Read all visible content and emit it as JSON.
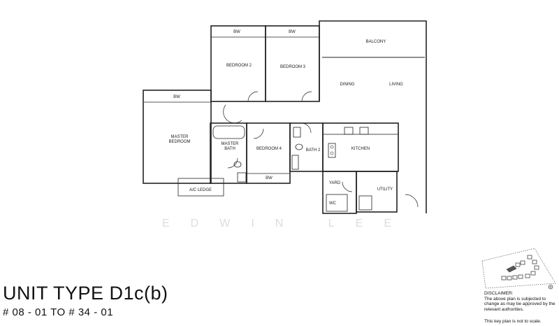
{
  "rooms": {
    "bedroom2": "BEDROOM 2",
    "bedroom3": "BEDROOM 3",
    "balcony": "BALCONY",
    "dining": "DINING",
    "living": "LIVING",
    "master_bedroom_1": "MASTER",
    "master_bedroom_2": "BEDROOM",
    "master_bath_1": "MASTER",
    "master_bath_2": "BATH",
    "bedroom4": "BEDROOM 4",
    "bath2": "BATH 2",
    "kitchen": "KITCHEN",
    "yard": "YARD",
    "utility": "UTILITY",
    "wc": "WC",
    "ac_ledge": "A/C LEDGE",
    "bw": "BW"
  },
  "watermark": "EDWIN LEE",
  "unit": {
    "title": "UNIT TYPE D1c(b)",
    "range": "# 08 - 01 TO # 34 - 01"
  },
  "disclaimer": {
    "heading": "DISCLAIMER:",
    "text": "The above plan is subjected to change as may be approved by the relevant authorities.",
    "note": "This key plan is not to scale."
  }
}
